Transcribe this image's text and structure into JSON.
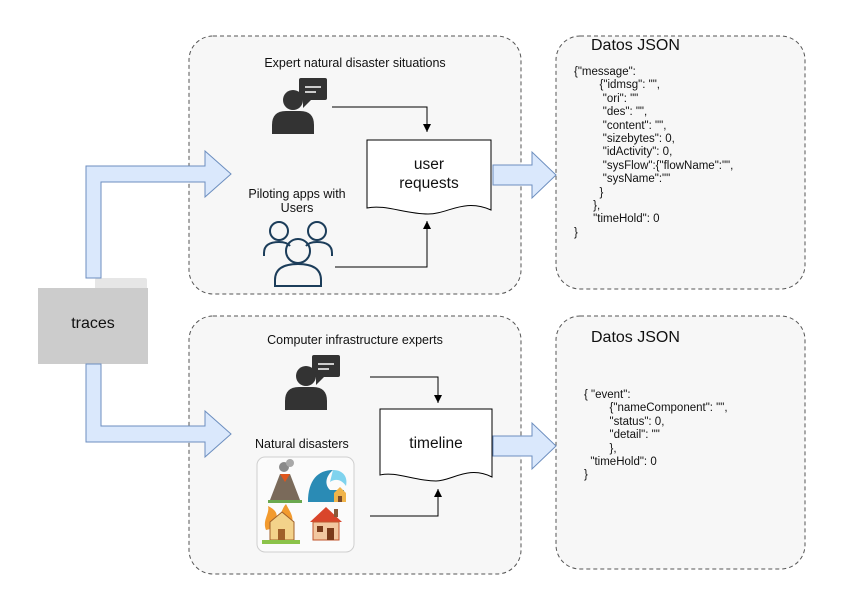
{
  "folder": {
    "label": "traces"
  },
  "top_panel": {
    "expert_label": "Expert natural disaster situations",
    "apps_label_line1": "Piloting apps with",
    "apps_label_line2": "Users",
    "doc_line1": "user",
    "doc_line2": "requests"
  },
  "bottom_panel": {
    "expert_label": "Computer infrastructure experts",
    "disasters_label": "Natural disasters",
    "doc_label": "timeline"
  },
  "json_top": {
    "title": "Datos JSON",
    "lines": [
      "{\"message\":",
      "        {\"idmsg\": \"\",",
      "         \"ori\": \"\"",
      "         \"des\": \"\",",
      "         \"content\": \"\",",
      "         \"sizebytes\": 0,",
      "         \"idActivity\": 0,",
      "         \"sysFlow\":{\"flowName\":\"\",",
      "         \"sysName\":\"\"",
      "        }",
      "      },",
      "      \"timeHold\": 0",
      "}"
    ]
  },
  "json_bottom": {
    "title": "Datos JSON",
    "lines": [
      "{ \"event\":",
      "        {\"nameComponent\": \"\",",
      "        \"status\": 0,",
      "        \"detail\": \"\"",
      "        },",
      "  \"timeHold\": 0",
      "}"
    ]
  },
  "colors": {
    "arrow_fill": "#dae8fc",
    "arrow_stroke": "#6c8ebf",
    "icon_dark": "#333333",
    "user_outline": "#1c3d5a",
    "folder": "#cccccc",
    "folder_tab": "#e6e6e6"
  }
}
